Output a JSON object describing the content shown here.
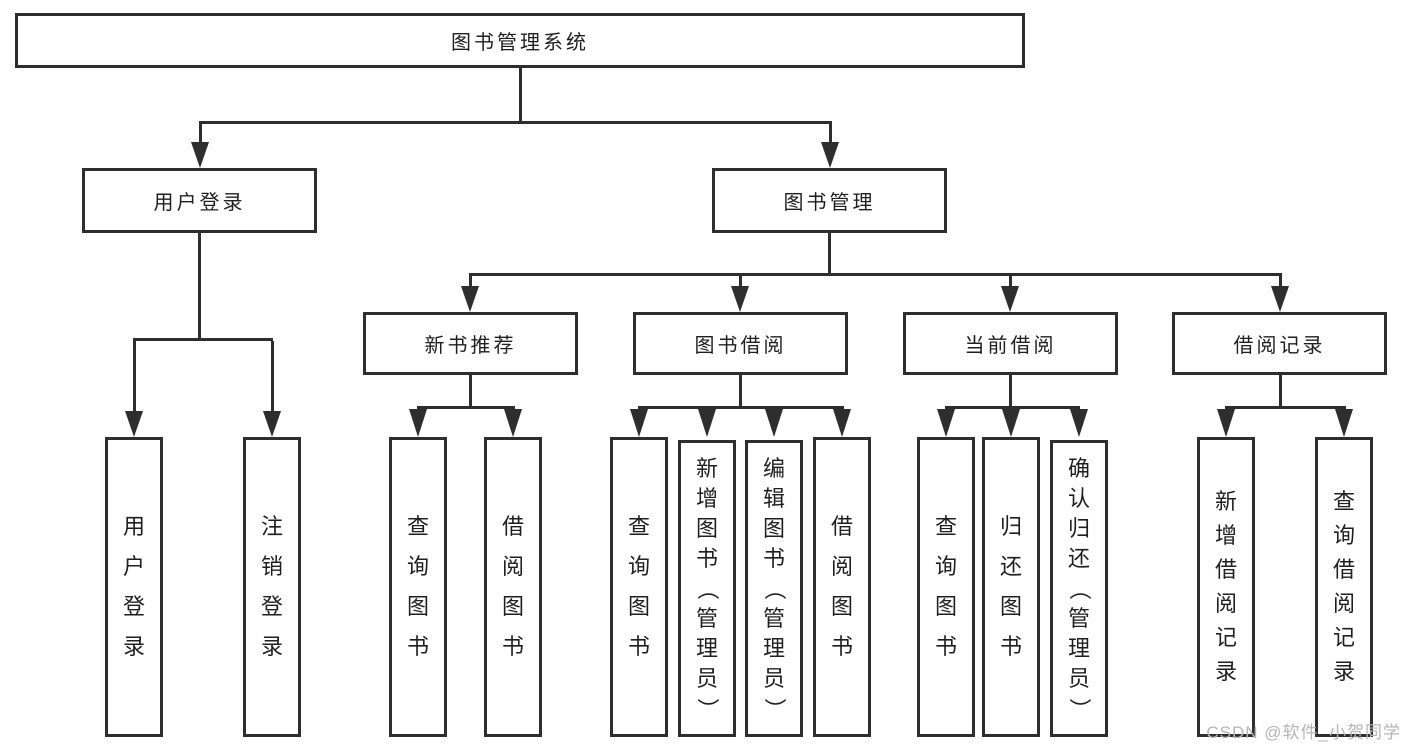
{
  "tree": {
    "root": "图书管理系统",
    "level2": [
      {
        "label": "用户登录",
        "children": [
          "用户登录",
          "注销登录"
        ]
      },
      {
        "label": "图书管理"
      }
    ],
    "level3": [
      {
        "label": "新书推荐",
        "children": [
          "查询图书",
          "借阅图书"
        ]
      },
      {
        "label": "图书借阅",
        "children": [
          "查询图书",
          "新增图书（管理员）",
          "编辑图书（管理员）",
          "借阅图书"
        ]
      },
      {
        "label": "当前借阅",
        "children": [
          "查询图书",
          "归还图书",
          "确认归还（管理员）"
        ]
      },
      {
        "label": "借阅记录",
        "children": [
          "新增借阅记录",
          "查询借阅记录"
        ]
      }
    ]
  },
  "watermark": "CSDN @软件_小贺同学",
  "colors": {
    "line": "#2e2e2e",
    "text": "#1f1f1f",
    "watermark": "#b5b5b5",
    "background": "#ffffff"
  }
}
